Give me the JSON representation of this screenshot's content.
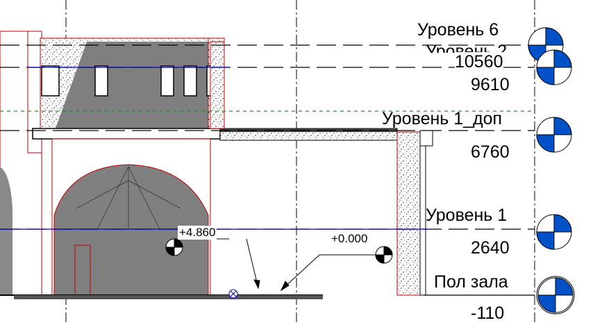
{
  "levels": [
    {
      "name": "Уровень 6",
      "elevation": "10560"
    },
    {
      "name": "Уровень 2",
      "elevation": "9610"
    },
    {
      "name": "Уровень 1_доп",
      "elevation": "6760"
    },
    {
      "name": "Уровень 1",
      "elevation": "2640"
    },
    {
      "name": "Пол зала",
      "elevation": "-110"
    }
  ],
  "spot_elevations": [
    {
      "label": "+4.860"
    },
    {
      "label": "+0.000"
    }
  ],
  "colors": {
    "section_red": "#c00000",
    "level_blue": "#0000cc",
    "ref_green": "#2e8b2e",
    "cut_gray": "#7f7f7f",
    "level_head_blue": "#0050c8"
  }
}
